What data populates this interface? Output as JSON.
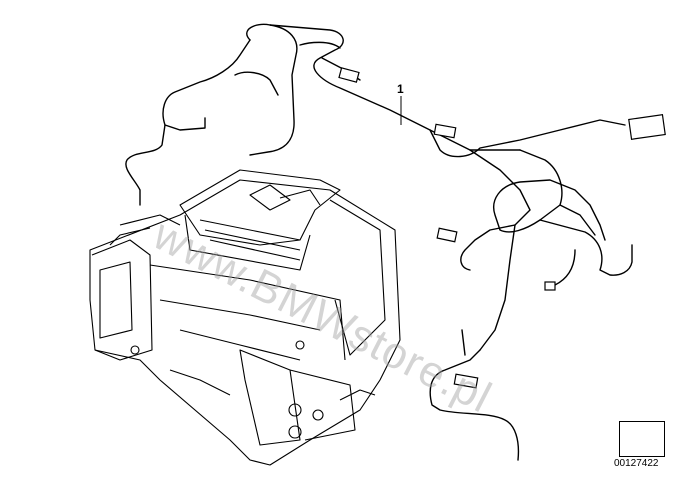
{
  "diagram": {
    "callout_label": "1",
    "watermark": "www.BMWstore.pl",
    "reference_number": "00127422",
    "icons": [
      "wiring-harness",
      "hvac-housing-unit",
      "reference-arrow-icon"
    ],
    "colors": {
      "line": "#000000",
      "background": "#ffffff",
      "watermark": "#a0a0a0"
    }
  }
}
